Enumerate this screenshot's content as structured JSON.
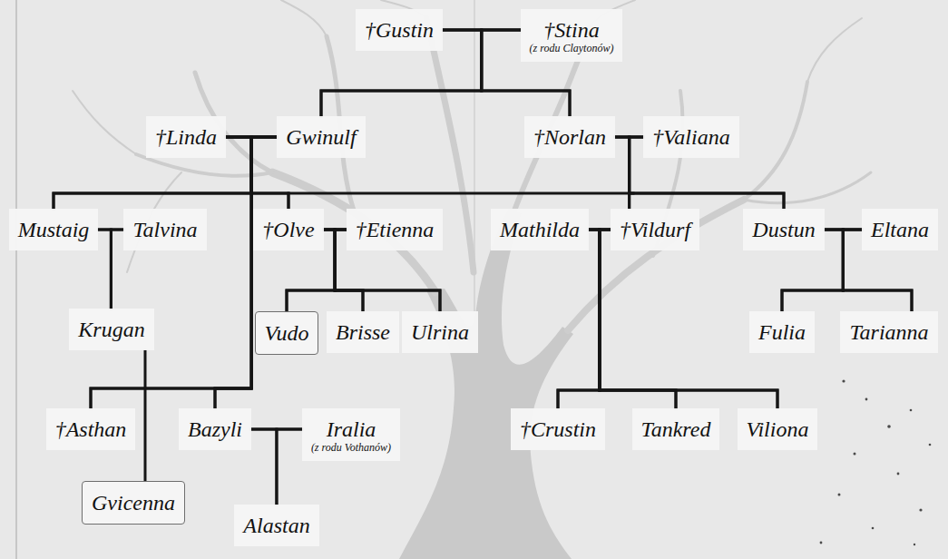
{
  "diagram": {
    "nodes": [
      {
        "text": [
          "†Gustin"
        ]
      },
      {
        "text": [
          "†Stina",
          "(z rodu Claytonów)"
        ]
      },
      {
        "text": [
          "†Linda"
        ]
      },
      {
        "text": [
          "Gwinulf"
        ]
      },
      {
        "text": [
          "†Norlan"
        ]
      },
      {
        "text": [
          "†Valiana"
        ]
      },
      {
        "text": [
          "Mustaig"
        ]
      },
      {
        "text": [
          "Talvina"
        ]
      },
      {
        "text": [
          "†Olve"
        ]
      },
      {
        "text": [
          "†Etienna"
        ]
      },
      {
        "text": [
          "Mathilda"
        ]
      },
      {
        "text": [
          "†Vildurf"
        ]
      },
      {
        "text": [
          "Dustun"
        ]
      },
      {
        "text": [
          "Eltana"
        ]
      },
      {
        "text": [
          "Krugan"
        ]
      },
      {
        "text": [
          "Vudo"
        ]
      },
      {
        "text": [
          "Brisse"
        ]
      },
      {
        "text": [
          "Ulrina"
        ]
      },
      {
        "text": [
          "Fulia"
        ]
      },
      {
        "text": [
          "Tarianna"
        ]
      },
      {
        "text": [
          "†Asthan"
        ]
      },
      {
        "text": [
          "Bazyli"
        ]
      },
      {
        "text": [
          "Iralia",
          "(z rodu Vothanów)"
        ]
      },
      {
        "text": [
          "†Crustin"
        ]
      },
      {
        "text": [
          "Tankred"
        ]
      },
      {
        "text": [
          "Viliona"
        ]
      },
      {
        "text": [
          "Gvicenna"
        ]
      },
      {
        "text": [
          "Alastan"
        ]
      }
    ],
    "edges": [
      {
        "from": 0,
        "to": 1,
        "arrow": "none"
      },
      {
        "from": 0,
        "to": 3,
        "arrow": "none"
      },
      {
        "from": 1,
        "to": 3,
        "arrow": "none"
      },
      {
        "from": 0,
        "to": 4,
        "arrow": "none"
      },
      {
        "from": 1,
        "to": 4,
        "arrow": "none"
      },
      {
        "from": 2,
        "to": 3,
        "arrow": "none"
      },
      {
        "from": 2,
        "to": 6,
        "arrow": "none"
      },
      {
        "from": 3,
        "to": 6,
        "arrow": "none"
      },
      {
        "from": 2,
        "to": 8,
        "arrow": "none"
      },
      {
        "from": 3,
        "to": 8,
        "arrow": "none"
      },
      {
        "from": 2,
        "to": 20,
        "arrow": "none"
      },
      {
        "from": 3,
        "to": 20,
        "arrow": "none"
      },
      {
        "from": 2,
        "to": 21,
        "arrow": "none"
      },
      {
        "from": 3,
        "to": 21,
        "arrow": "none"
      },
      {
        "from": 4,
        "to": 5,
        "arrow": "none"
      },
      {
        "from": 4,
        "to": 11,
        "arrow": "none"
      },
      {
        "from": 5,
        "to": 11,
        "arrow": "none"
      },
      {
        "from": 4,
        "to": 12,
        "arrow": "none"
      },
      {
        "from": 5,
        "to": 12,
        "arrow": "none"
      },
      {
        "from": 6,
        "to": 7,
        "arrow": "none"
      },
      {
        "from": 6,
        "to": 14,
        "arrow": "none"
      },
      {
        "from": 7,
        "to": 14,
        "arrow": "none"
      },
      {
        "from": 8,
        "to": 9,
        "arrow": "none"
      },
      {
        "from": 8,
        "to": 15,
        "arrow": "none"
      },
      {
        "from": 9,
        "to": 15,
        "arrow": "none"
      },
      {
        "from": 8,
        "to": 16,
        "arrow": "none"
      },
      {
        "from": 9,
        "to": 16,
        "arrow": "none"
      },
      {
        "from": 8,
        "to": 17,
        "arrow": "none"
      },
      {
        "from": 9,
        "to": 17,
        "arrow": "none"
      },
      {
        "from": 10,
        "to": 11,
        "arrow": "none"
      },
      {
        "from": 10,
        "to": 23,
        "arrow": "none"
      },
      {
        "from": 11,
        "to": 23,
        "arrow": "none"
      },
      {
        "from": 10,
        "to": 24,
        "arrow": "none"
      },
      {
        "from": 11,
        "to": 24,
        "arrow": "none"
      },
      {
        "from": 10,
        "to": 25,
        "arrow": "none"
      },
      {
        "from": 11,
        "to": 25,
        "arrow": "none"
      },
      {
        "from": 12,
        "to": 13,
        "arrow": "none"
      },
      {
        "from": 12,
        "to": 18,
        "arrow": "none"
      },
      {
        "from": 13,
        "to": 18,
        "arrow": "none"
      },
      {
        "from": 12,
        "to": 19,
        "arrow": "none"
      },
      {
        "from": 13,
        "to": 19,
        "arrow": "none"
      },
      {
        "from": 21,
        "to": 22,
        "arrow": "none"
      },
      {
        "from": 21,
        "to": 27,
        "arrow": "none"
      },
      {
        "from": 22,
        "to": 27,
        "arrow": "none"
      },
      {
        "from": 14,
        "to": 26,
        "arrow": "none"
      }
    ]
  }
}
